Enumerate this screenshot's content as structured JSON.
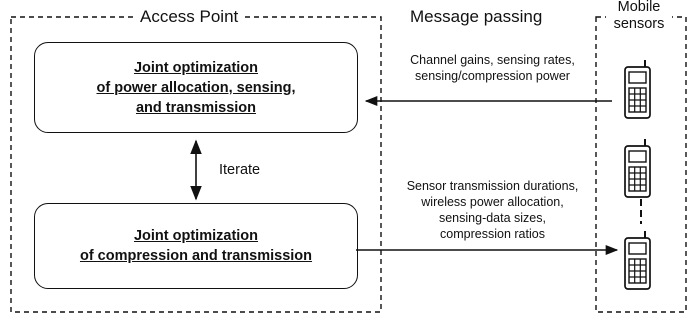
{
  "access_point": {
    "title": "Access Point",
    "box_top_lines": [
      "Joint optimization",
      "of power allocation, sensing,",
      "and transmission"
    ],
    "box_bottom_lines": [
      "Joint optimization",
      "of compression and transmission"
    ],
    "iterate_label": "Iterate"
  },
  "message_passing": {
    "title": "Message passing",
    "uplink_lines": [
      "Channel gains, sensing rates,",
      "sensing/compression power"
    ],
    "downlink_lines": [
      "Sensor transmission durations,",
      "wireless power allocation,",
      "sensing-data sizes,",
      "compression ratios"
    ]
  },
  "mobile_sensors": {
    "title_lines": [
      "Mobile",
      "sensors"
    ],
    "icon": "mobile-phone-icon",
    "count_shown": 3
  },
  "colors": {
    "line": "#111111",
    "background": "#ffffff"
  }
}
